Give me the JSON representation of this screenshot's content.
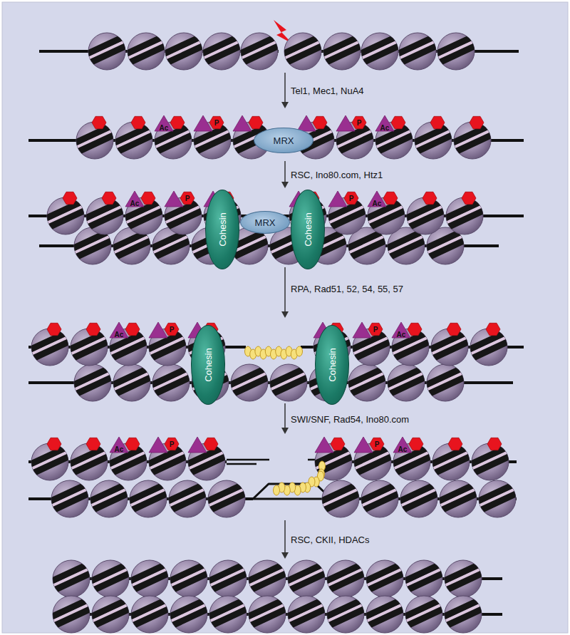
{
  "diagram": {
    "nodes": [
      {
        "text": [
          "MRX"
        ]
      },
      {
        "text": [
          "Cohesin"
        ]
      },
      {
        "text": [
          "MRX"
        ]
      },
      {
        "text": [
          "Cohesin"
        ]
      },
      {
        "text": [
          "Cohesin"
        ]
      },
      {
        "text": [
          "Cohesin"
        ]
      }
    ],
    "labels": [
      "Tel1, Mec1, NuA4",
      "Ac",
      "P",
      "P",
      "Ac",
      "RSC, Ino80.com, Htz1",
      "Ac",
      "P",
      "P",
      "Ac",
      "RPA, Rad51, 52, 54, 55, 57",
      "Ac",
      "P",
      "P",
      "Ac",
      "SWI/SNF, Rad54, Ino80.com",
      "Ac",
      "P",
      "P",
      "Ac",
      "RSC, CKII, HDACs"
    ]
  }
}
